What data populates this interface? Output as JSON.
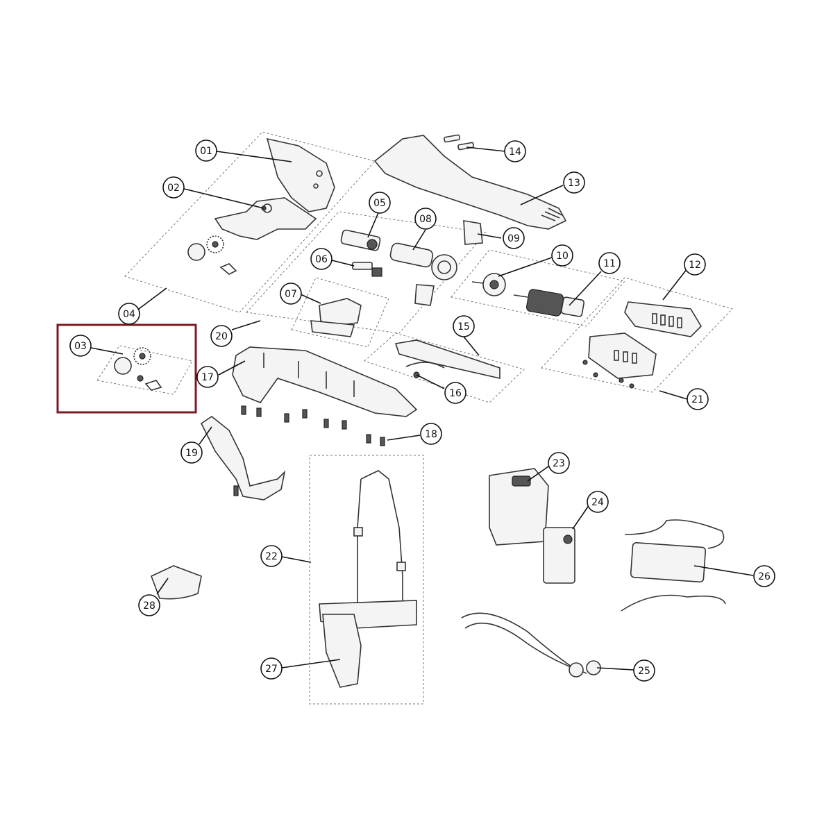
{
  "diagram": {
    "highlight_color": "#7a1a22",
    "callouts": [
      {
        "id": "01",
        "label": "01"
      },
      {
        "id": "02",
        "label": "02"
      },
      {
        "id": "03",
        "label": "03"
      },
      {
        "id": "04",
        "label": "04"
      },
      {
        "id": "05",
        "label": "05"
      },
      {
        "id": "06",
        "label": "06"
      },
      {
        "id": "07",
        "label": "07"
      },
      {
        "id": "08",
        "label": "08"
      },
      {
        "id": "09",
        "label": "09"
      },
      {
        "id": "10",
        "label": "10"
      },
      {
        "id": "11",
        "label": "11"
      },
      {
        "id": "12",
        "label": "12"
      },
      {
        "id": "13",
        "label": "13"
      },
      {
        "id": "14",
        "label": "14"
      },
      {
        "id": "15",
        "label": "15"
      },
      {
        "id": "16",
        "label": "16"
      },
      {
        "id": "17",
        "label": "17"
      },
      {
        "id": "18",
        "label": "18"
      },
      {
        "id": "19",
        "label": "19"
      },
      {
        "id": "20",
        "label": "20"
      },
      {
        "id": "21",
        "label": "21"
      },
      {
        "id": "22",
        "label": "22"
      },
      {
        "id": "23",
        "label": "23"
      },
      {
        "id": "24",
        "label": "24"
      },
      {
        "id": "25",
        "label": "25"
      },
      {
        "id": "26",
        "label": "26"
      },
      {
        "id": "27",
        "label": "27"
      },
      {
        "id": "28",
        "label": "28"
      }
    ]
  }
}
